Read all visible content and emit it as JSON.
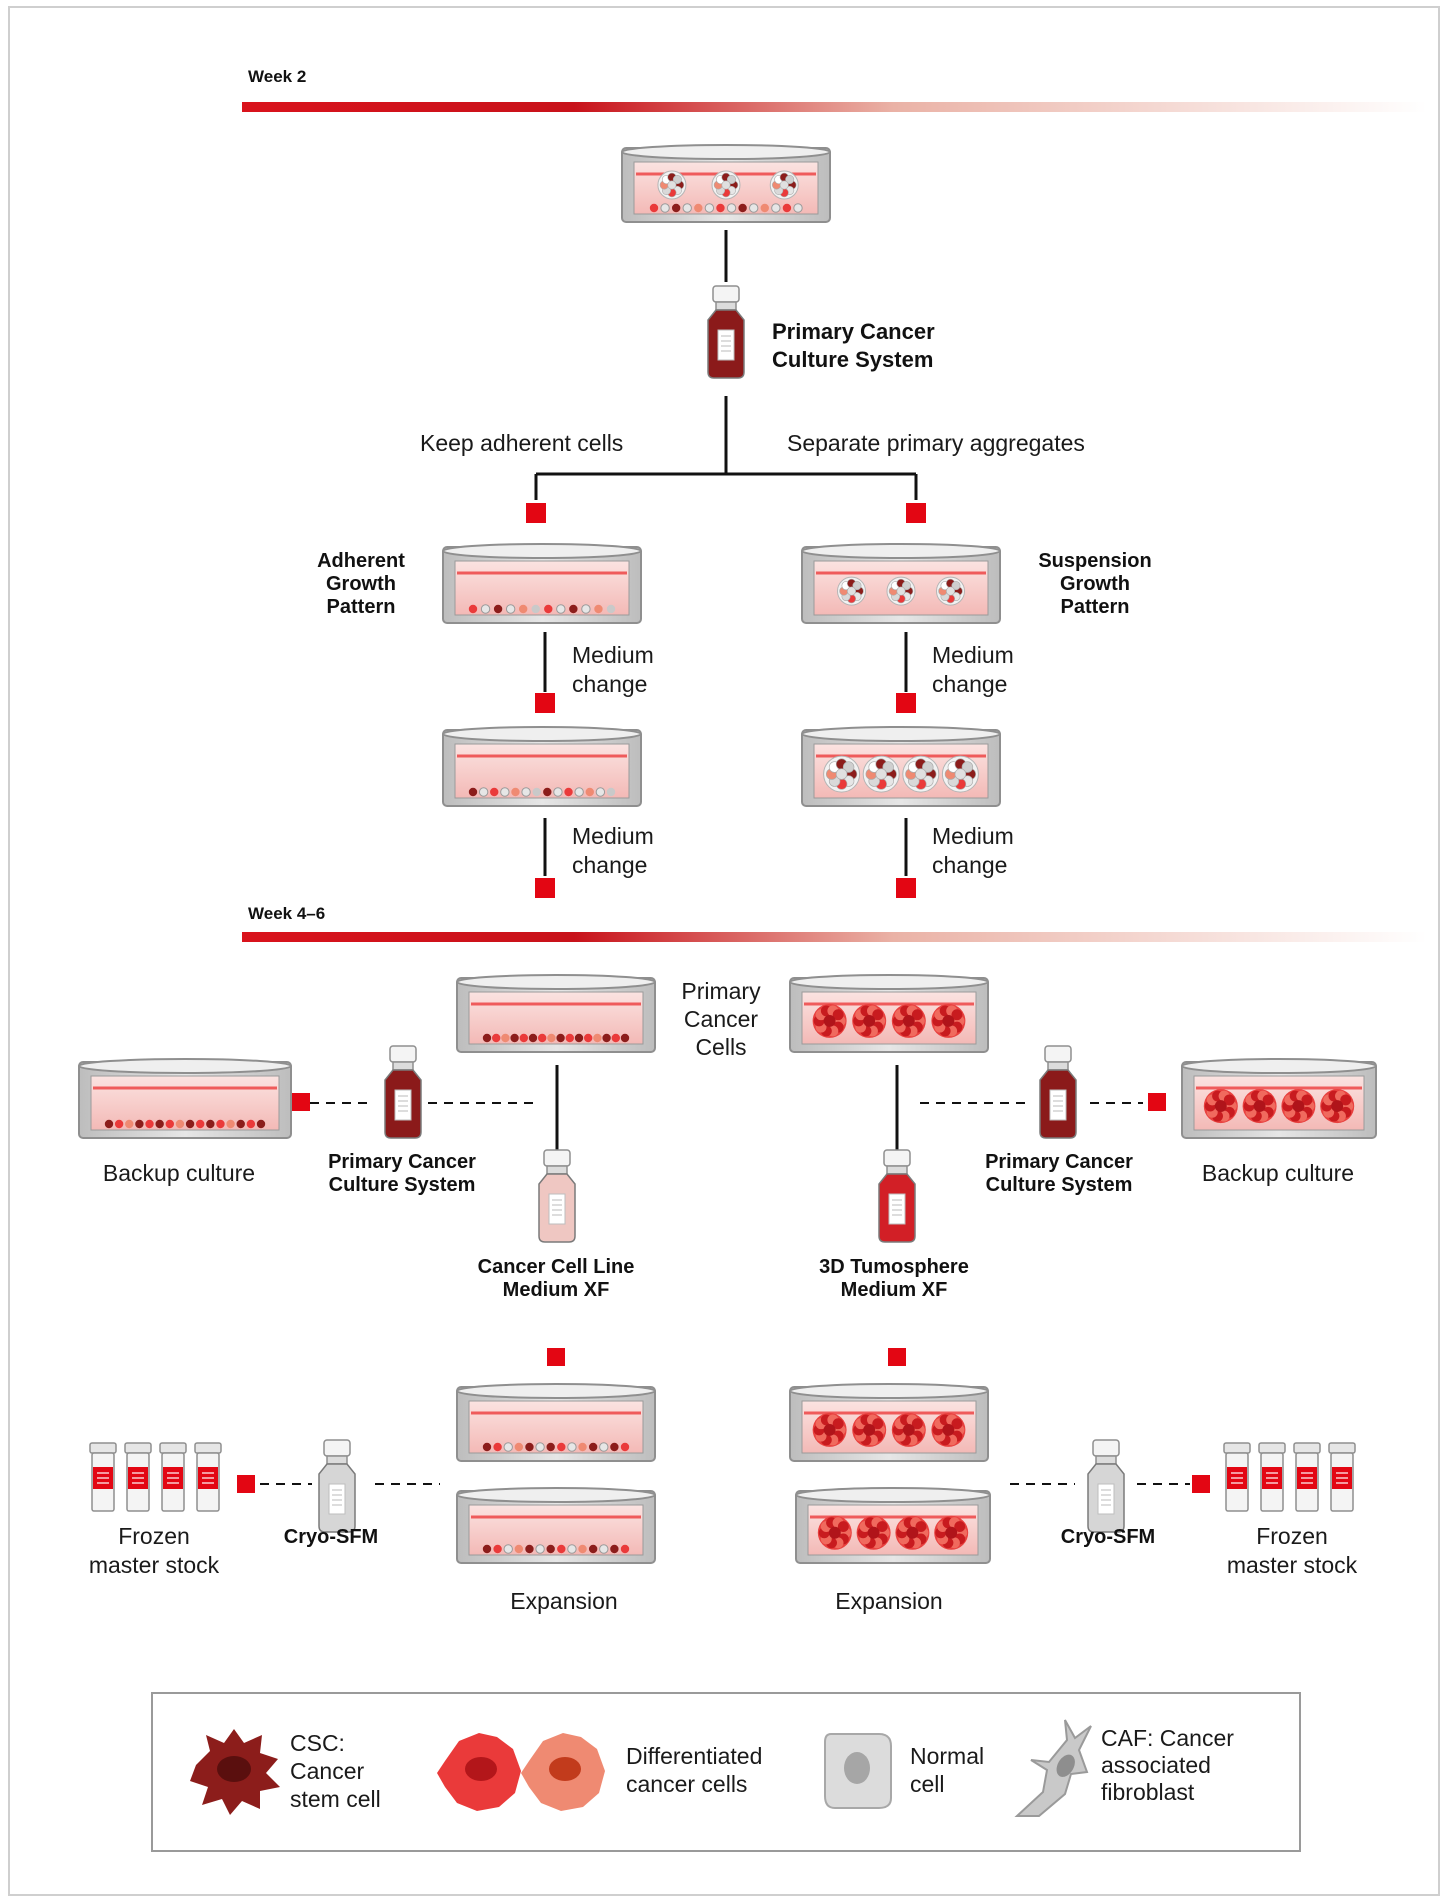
{
  "colors": {
    "accent": "#e30613",
    "dark_red": "#8b1a1a",
    "medium": "#f6c6c4",
    "dish_grey": "#d7d7d7",
    "line": "#111111"
  },
  "timeline": {
    "week2": "Week 2",
    "week46": "Week 4–6"
  },
  "top": {
    "bottle_label": [
      "Primary Cancer",
      "Culture System"
    ],
    "left_branch": "Keep adherent cells",
    "right_branch": "Separate primary aggregates"
  },
  "adherent": {
    "title": [
      "Adherent",
      "Growth",
      "Pattern"
    ],
    "medium_change": [
      "Medium",
      "change"
    ]
  },
  "suspension": {
    "title": [
      "Suspension",
      "Growth",
      "Pattern"
    ],
    "medium_change": [
      "Medium",
      "change"
    ]
  },
  "week46_section": {
    "primary_cells": [
      "Primary",
      "Cancer",
      "Cells"
    ],
    "backup_culture": "Backup culture",
    "pccs_label": [
      "Primary Cancer",
      "Culture System"
    ],
    "cell_line_medium": [
      "Cancer Cell Line",
      "Medium XF"
    ],
    "tumosphere_medium": [
      "3D Tumosphere",
      "Medium XF"
    ],
    "cryo_label": "Cryo-SFM",
    "frozen_stock": [
      "Frozen",
      "master stock"
    ],
    "expansion": "Expansion"
  },
  "legend": {
    "csc": [
      "CSC:",
      "Cancer",
      "stem cell"
    ],
    "differentiated": [
      "Differentiated",
      "cancer cells"
    ],
    "normal": [
      "Normal",
      "cell"
    ],
    "caf": [
      "CAF: Cancer",
      "associated",
      "fibroblast"
    ],
    "icons": [
      "csc-cell-icon",
      "differentiated-cell-icon",
      "normal-cell-icon",
      "caf-cell-icon"
    ]
  }
}
